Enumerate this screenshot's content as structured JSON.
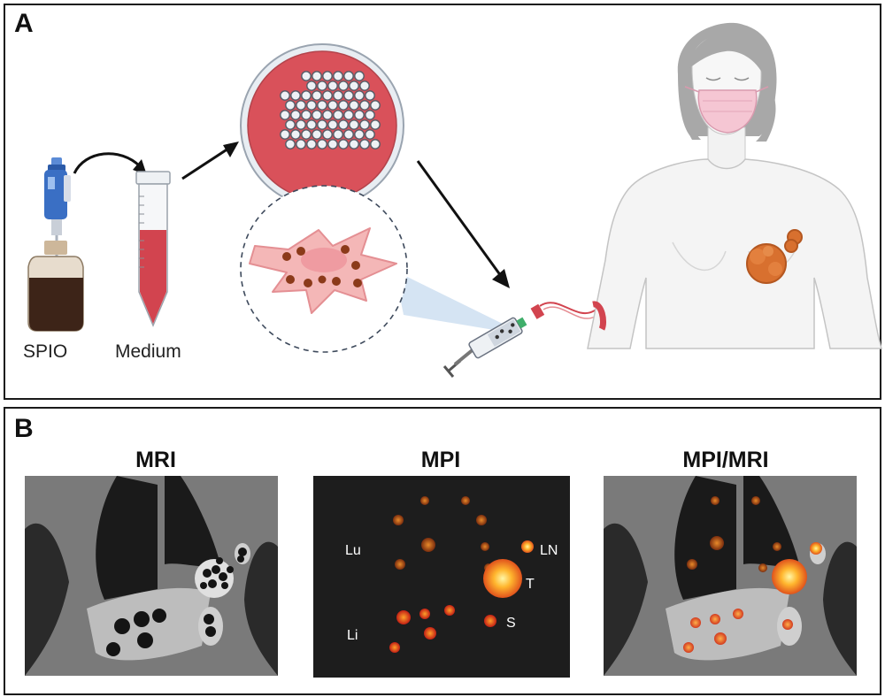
{
  "panel_a": {
    "letter": "A",
    "labels": {
      "spio": "SPIO",
      "medium": "Medium"
    }
  },
  "panel_b": {
    "letter": "B",
    "titles": {
      "mri": "MRI",
      "mpi": "MPI",
      "fused": "MPI/MRI"
    },
    "mpi_labels": {
      "lu": "Lu",
      "ln": "LN",
      "t": "T",
      "li": "Li",
      "s": "S"
    }
  },
  "colors": {
    "dish_red": "#d9515a",
    "tube_red": "#d2444f",
    "cell_pink": "#f4b7b7",
    "spio_brown": "#3d2418",
    "tumor_orange": "#d8702f",
    "syringe_blue": "#3a6fc4",
    "mpi_background": "#1d1d1d",
    "mri_gray": "#7a7a7a"
  }
}
